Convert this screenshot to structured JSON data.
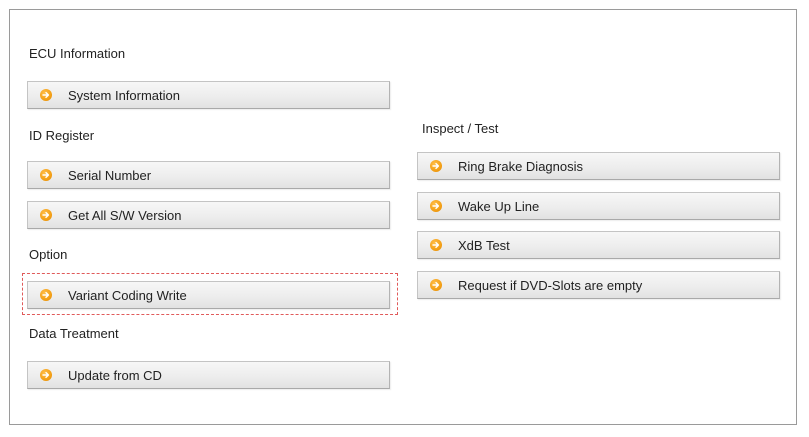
{
  "left_column": {
    "sections": [
      {
        "title": "ECU Information",
        "buttons": [
          "System Information"
        ]
      },
      {
        "title": "ID Register",
        "buttons": [
          "Serial Number",
          "Get All S/W Version"
        ]
      },
      {
        "title": "Option",
        "buttons": [
          "Variant Coding Write"
        ]
      },
      {
        "title": "Data Treatment",
        "buttons": [
          "Update from CD"
        ]
      }
    ]
  },
  "right_column": {
    "sections": [
      {
        "title": "Inspect / Test",
        "buttons": [
          "Ring Brake Diagnosis",
          "Wake Up Line",
          "XdB Test",
          "Request if DVD-Slots are empty"
        ]
      }
    ]
  },
  "selected_item": "Variant Coding Write",
  "colors": {
    "accent_icon": "#f5a21a",
    "selection_outline": "#e05a5a",
    "frame_border": "#9a9a9a"
  },
  "icon": "orange-arrow-circle-icon"
}
